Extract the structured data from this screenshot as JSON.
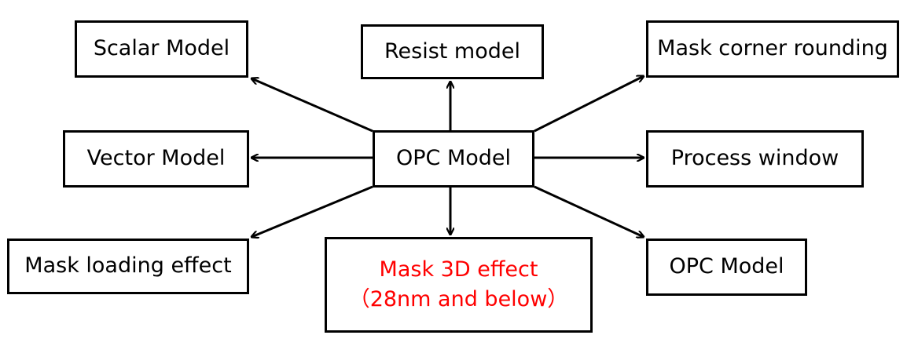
{
  "diagram": {
    "center": {
      "label": "OPC Model"
    },
    "nodes": {
      "scalar_model": "Scalar Model",
      "resist_model": "Resist model",
      "mask_corner_rounding": "Mask corner rounding",
      "vector_model": "Vector Model",
      "process_window": "Process window",
      "mask_loading_effect": "Mask loading effect",
      "mask_3d_effect": {
        "line1": "Mask 3D effect",
        "line2": "（28nm and below）"
      },
      "opc_model": "OPC Model"
    },
    "colors": {
      "stroke": "#000000",
      "highlight_text": "#ff0000",
      "background": "#ffffff"
    }
  }
}
